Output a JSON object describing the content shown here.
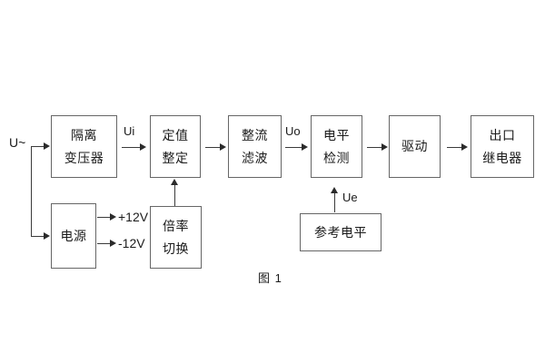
{
  "figure": {
    "caption": "图 1",
    "colors": {
      "background": "#ffffff",
      "box_border": "#666666",
      "line": "#3b3b3b",
      "text": "#1b1b1b"
    }
  },
  "blocks": [
    {
      "id": "isolation-transformer",
      "lines": [
        "隔离",
        "变压器"
      ]
    },
    {
      "id": "setting-value",
      "lines": [
        "定值",
        "整定"
      ]
    },
    {
      "id": "rectify-filter",
      "lines": [
        "整流",
        "滤波"
      ]
    },
    {
      "id": "level-detection",
      "lines": [
        "电平",
        "检测"
      ]
    },
    {
      "id": "drive",
      "lines": [
        "驱动"
      ]
    },
    {
      "id": "output-relay",
      "lines": [
        "出口",
        "继电器"
      ]
    },
    {
      "id": "power-supply",
      "lines": [
        "电源"
      ]
    },
    {
      "id": "multiplier-switch",
      "lines": [
        "倍率",
        "切换"
      ]
    },
    {
      "id": "reference-level",
      "lines": [
        "参考电平"
      ]
    }
  ],
  "signals": {
    "input_source": "U~",
    "ui": "Ui",
    "uo": "Uo",
    "ue": "Ue",
    "rail_positive": "+12V",
    "rail_negative": "-12V"
  }
}
